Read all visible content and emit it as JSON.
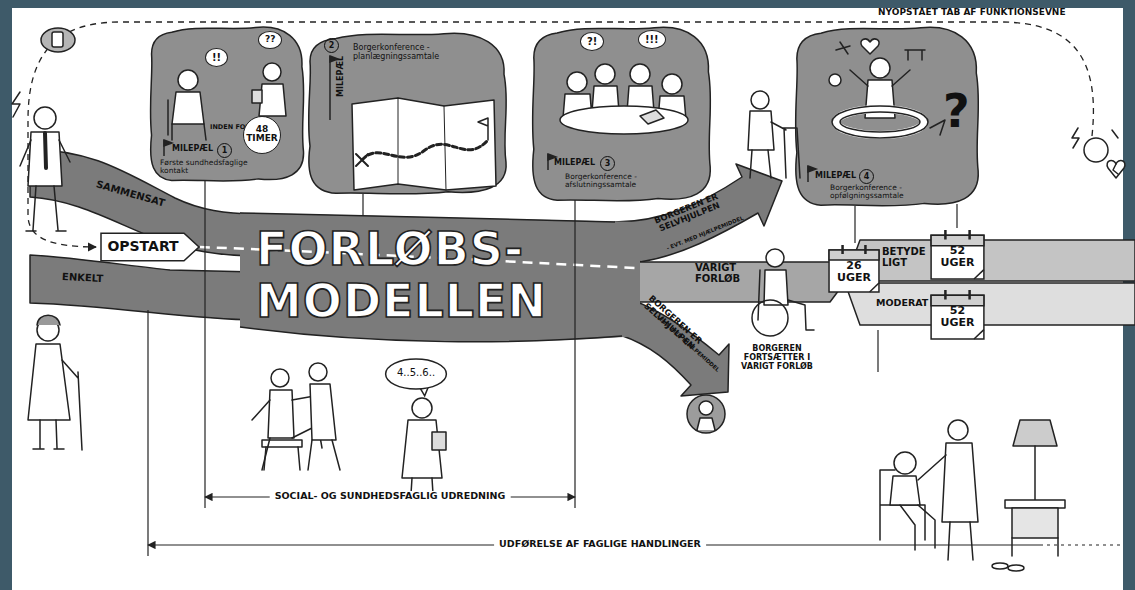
{
  "diagram": {
    "nodes": [
      {
        "text": [
          "!!",
          "??",
          "INDEN FOR",
          "48 TIMER",
          "MILEPÆL",
          "1",
          "Første sundhedsfaglige kontakt"
        ]
      },
      {
        "text": [
          "MILEPÆL",
          "2",
          "Borgerkonference -planlægningssamtale"
        ]
      },
      {
        "text": [
          "?!",
          "!!!",
          "MILEPÆL",
          "3",
          "Borgerkonference -afslutningssamtale"
        ]
      },
      {
        "text": [
          "?",
          "MILEPÆL",
          "4",
          "Borgerkonference -opfølgningssamtale"
        ]
      },
      {
        "text": [
          "OPSTART"
        ]
      },
      {
        "text": [
          "4..5..6.."
        ]
      },
      {
        "text": [
          "26 UGER"
        ]
      },
      {
        "text": [
          "52 UGER"
        ]
      },
      {
        "text": [
          "52 UGER"
        ]
      }
    ],
    "labels": [
      "NYOPSTÅET TAB AF FUNKTIONSEVNE",
      "SAMMENSAT",
      "ENKELT",
      "FORLØBS-",
      "MODELLEN",
      "BORGEREN ER SELVHJULPEN",
      "- EVT. MED HJÆLPEMIDDEL",
      "BORGEREN ER SELVHJULPEN",
      "- EVT. MED HJÆLPEMIDDEL",
      "VARIGT FORLØB",
      "BETYDELIGT",
      "MODERAT",
      "BORGEREN FORTSÆTTER I VARIGT FORLØB",
      "SOCIAL- OG SUNDHEDSFAGLIG UDREDNING",
      "UDFØRELSE AF FAGLIGE HANDLINGER"
    ]
  }
}
